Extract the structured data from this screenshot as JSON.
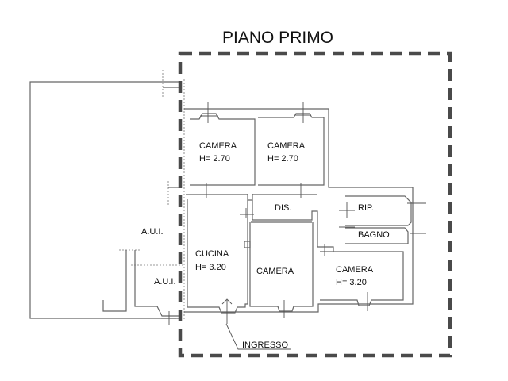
{
  "title": "PIANO PRIMO",
  "rooms": [
    {
      "id": "camera-1",
      "name": "CAMERA",
      "height": "H= 2.70"
    },
    {
      "id": "camera-2",
      "name": "CAMERA",
      "height": "H= 2.70"
    },
    {
      "id": "dis",
      "name": "DIS.",
      "height": ""
    },
    {
      "id": "rip",
      "name": "RIP.",
      "height": ""
    },
    {
      "id": "bagno",
      "name": "BAGNO",
      "height": ""
    },
    {
      "id": "cucina",
      "name": "CUCINA",
      "height": "H= 3.20"
    },
    {
      "id": "camera-3",
      "name": "CAMERA",
      "height": ""
    },
    {
      "id": "camera-4",
      "name": "CAMERA",
      "height": "H= 3.20"
    }
  ],
  "adjacent": [
    {
      "name": "A.U.I."
    },
    {
      "name": "A.U.I."
    }
  ],
  "entrance": {
    "label": "INGRESSO"
  },
  "colors": {
    "boundary": "#4a4a4a",
    "walls": "#666666"
  }
}
